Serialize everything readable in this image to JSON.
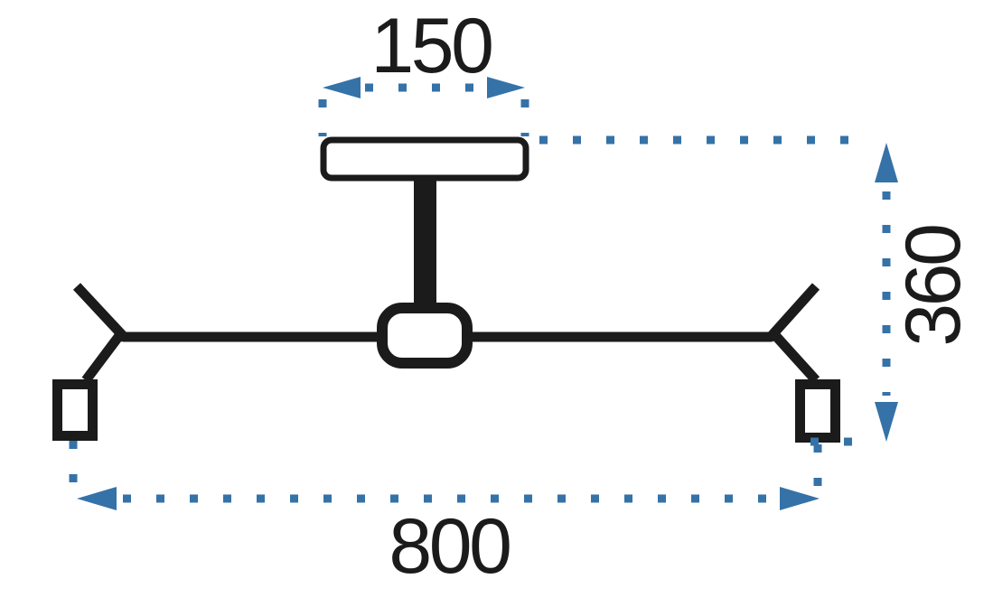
{
  "colors": {
    "ink": "#1b1b1b",
    "accent": "#3572a8",
    "background": "#ffffff"
  },
  "diagram": {
    "name": "ceiling-lamp-dimension-drawing",
    "labels": {
      "canopy_width": "150",
      "fixture_height": "360",
      "fixture_width": "800"
    }
  }
}
